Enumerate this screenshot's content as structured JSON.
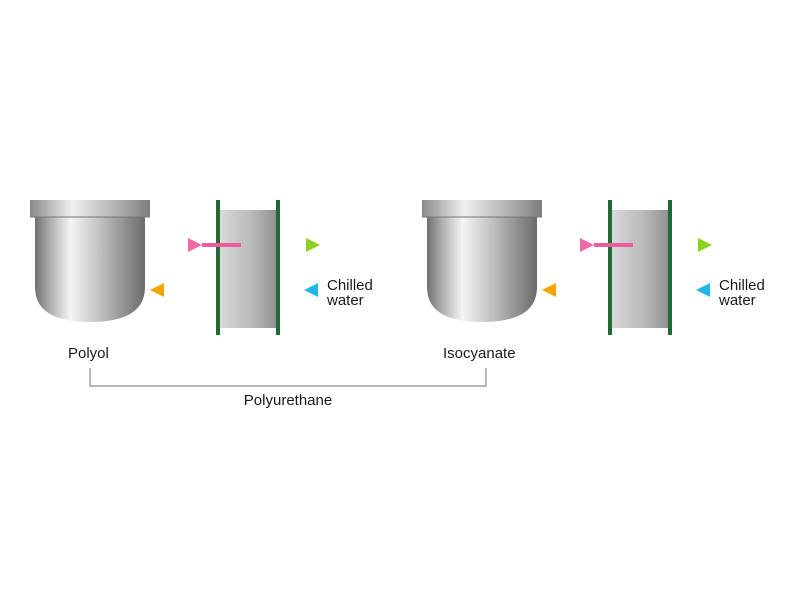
{
  "units": [
    {
      "tank_label": "Polyol",
      "coolant_label_line1": "Chilled",
      "coolant_label_line2": "water"
    },
    {
      "tank_label": "Isocyanate",
      "coolant_label_line1": "Chilled",
      "coolant_label_line2": "water"
    }
  ],
  "product_label": "Polyurethane",
  "colors": {
    "frame": "#1f6b33",
    "hot_in": "#f06aa6",
    "warm_return": "#f5a300",
    "chilled_in": "#21b8e8",
    "chilled_out": "#8fcf1e",
    "bracket": "#8c8c8c"
  }
}
